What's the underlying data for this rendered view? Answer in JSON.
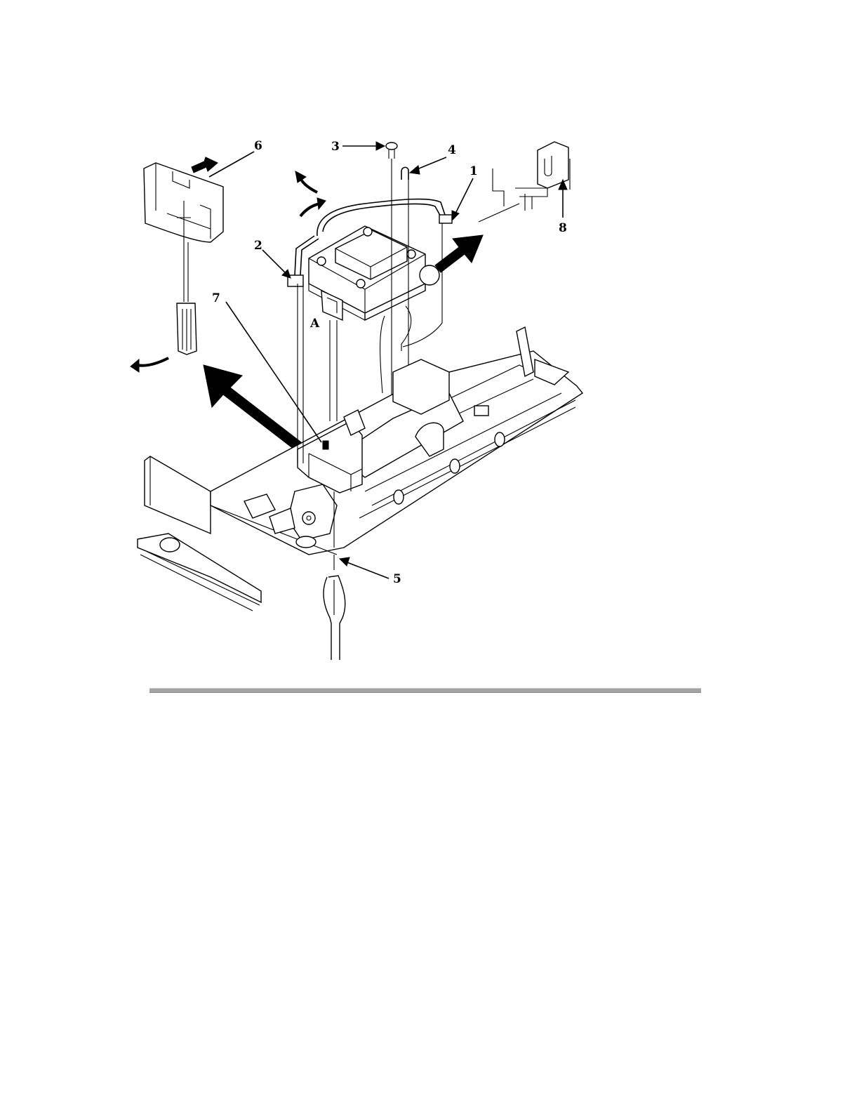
{
  "diagram": {
    "callouts": [
      "1",
      "2",
      "3",
      "4",
      "5",
      "6",
      "7",
      "8"
    ],
    "part_labels": {
      "a": "A"
    },
    "colors": {
      "line": "#000000",
      "background": "#ffffff",
      "divider": "#a3a3a3"
    }
  }
}
